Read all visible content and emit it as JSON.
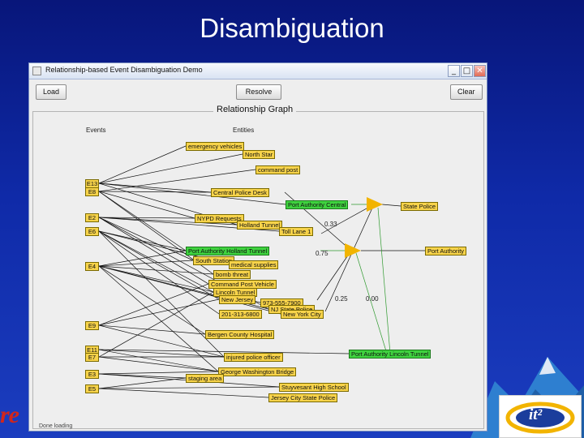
{
  "slide": {
    "title": "Disambiguation",
    "logo_left_text": "re",
    "logo_right_text": "it²"
  },
  "window": {
    "title": "Relationship-based Event Disambiguation Demo",
    "buttons": {
      "minimize": "_",
      "maximize": "□",
      "close": "✕"
    }
  },
  "toolbar": {
    "load": "Load",
    "resolve": "Resolve",
    "clear": "Clear"
  },
  "panel": {
    "title": "Relationship Graph",
    "events_header": "Events",
    "entities_header": "Entities"
  },
  "events": [
    "E13",
    "E8",
    "E2",
    "E6",
    "E4",
    "E9",
    "E11",
    "E7",
    "E3",
    "E5"
  ],
  "entities": [
    "emergency vehicles",
    "North Star",
    "command post",
    "Central Police Desk",
    "Port Authority Central",
    "NYPD Requests",
    "Holland Tunnel",
    "Toll Lane 1",
    "Port Authority Holland Tunnel",
    "South Station",
    "medical supplies",
    "bomb threat",
    "Command Post Vehicle",
    "Lincoln Tunnel",
    "New Jersey",
    "973-555-7900",
    "NJ State Police",
    "New York City",
    "201-313-6800",
    "Bergen County Hospital",
    "Port Authority Lincoln Tunnel",
    "injured police officer",
    "George Washington Bridge",
    "staging area",
    "Stuyvesant High School",
    "Jersey City State Police"
  ],
  "clusters": [
    "State Police",
    "Port Authority"
  ],
  "weights": [
    "0.33",
    "0.75",
    "0.25",
    "0.00"
  ],
  "status": "Done loading",
  "colors": {
    "node": "#f7d34a",
    "node_highlight": "#3fd23f",
    "cluster_triangle": "#f2b400",
    "edge_black": "#111111",
    "edge_green": "#2f9a2f",
    "slide_bg": "#0f2aa8"
  }
}
